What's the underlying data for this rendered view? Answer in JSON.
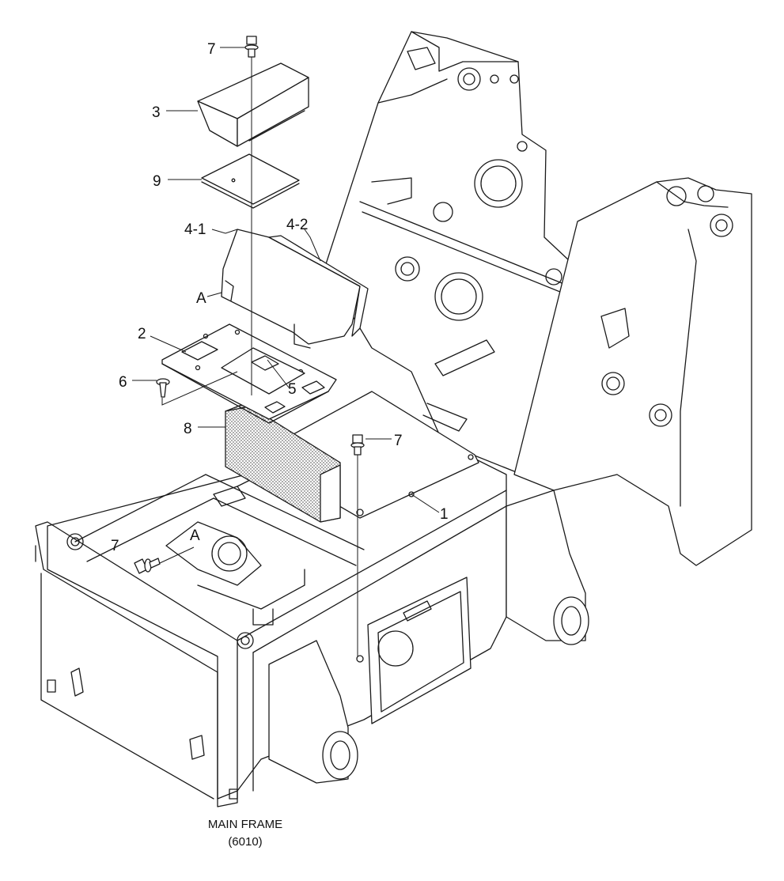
{
  "diagram": {
    "callouts": {
      "c3": "3",
      "c9": "9",
      "c4_1": "4-1",
      "c4_2": "4-2",
      "cA_top": "A",
      "c2": "2",
      "c6": "6",
      "c5": "5",
      "c7_top": "7",
      "c8": "8",
      "c7_mid": "7",
      "c1": "1",
      "c7_left": "7",
      "cA_left": "A"
    },
    "caption": {
      "line1": "MAIN FRAME",
      "line2": "(6010)"
    }
  }
}
